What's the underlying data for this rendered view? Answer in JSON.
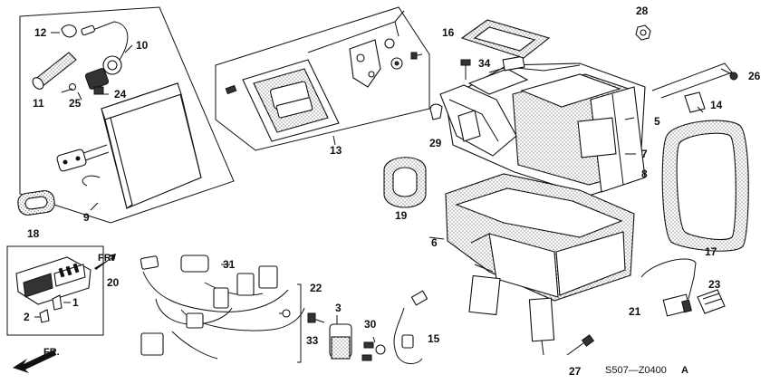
{
  "callouts": {
    "c1": "1",
    "c2": "2",
    "c3": "3",
    "c5": "5",
    "c6": "6",
    "c7": "7",
    "c8": "8",
    "c9": "9",
    "c10": "10",
    "c11": "11",
    "c12": "12",
    "c13": "13",
    "c14": "14",
    "c15": "15",
    "c16": "16",
    "c17": "17",
    "c18": "18",
    "c19": "19",
    "c20": "20",
    "c21": "21",
    "c22": "22",
    "c23": "23",
    "c24": "24",
    "c25": "25",
    "c26": "26",
    "c27": "27",
    "c28": "28",
    "c29": "29",
    "c30": "30",
    "c31": "31",
    "c33": "33",
    "c34": "34"
  },
  "direction_labels": {
    "fr_small": "FR.",
    "fr_large": "FR."
  },
  "diagram_code": {
    "main": "S507—Z0400",
    "suffix": "A"
  },
  "icons": [
    "front-arrow-icon"
  ]
}
